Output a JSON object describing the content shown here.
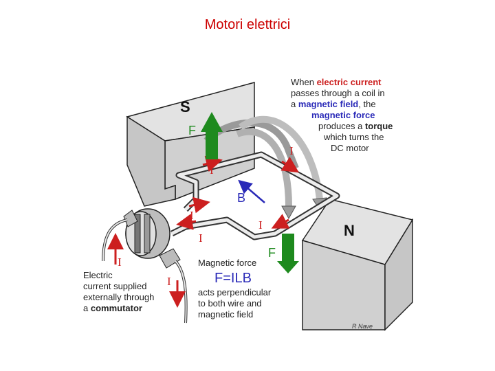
{
  "title": "Motori elettrici",
  "pole_s": "S",
  "pole_n": "N",
  "force_label": "F",
  "current_label": "I",
  "field_label": "B",
  "explanation": {
    "line1_pre": "When ",
    "line1_em": "electric current",
    "line2": "passes through a  coil in",
    "line3_pre": "a ",
    "line3_em": "magnetic field",
    "line3_post": ", the",
    "line4_em": "magnetic force",
    "line5_pre": "produces a ",
    "line5_em": "torque",
    "line6": "which turns the",
    "line7": "DC motor"
  },
  "commutator_note": {
    "line1": "Electric",
    "line2": "current supplied",
    "line3": "externally through",
    "line4_pre": "a ",
    "line4_em": "commutator"
  },
  "force_note": {
    "heading": "Magnetic force",
    "formula": "F=ILB",
    "line1": "acts perpendicular",
    "line2": "to both wire and",
    "line3": "magnetic field"
  },
  "credit": "R Nave",
  "colors": {
    "title": "#cc0000",
    "force_arrow": "#1e8a1e",
    "current": "#cc1f1f",
    "field": "#2a2ab8",
    "magnet": "#d6d6d6"
  }
}
